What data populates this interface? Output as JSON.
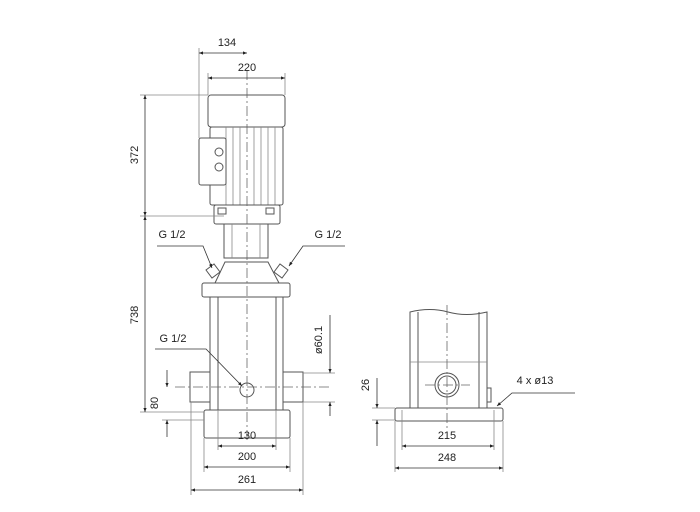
{
  "front_view": {
    "dim_terminal_offset": "134",
    "dim_motor_width": "220",
    "dim_motor_height": "372",
    "dim_pump_height": "738",
    "label_vent_left": "G 1/2",
    "label_vent_right": "G 1/2",
    "label_drain": "G 1/2",
    "dim_port_diameter": "ø60.1",
    "dim_port_height": "80",
    "dim_bolt_spacing": "130",
    "dim_base_width": "200",
    "dim_overall_width": "261"
  },
  "side_view": {
    "dim_base_thickness": "26",
    "label_mounting_holes": "4 x ø13",
    "dim_bolt_spacing": "215",
    "dim_base_width": "248"
  }
}
